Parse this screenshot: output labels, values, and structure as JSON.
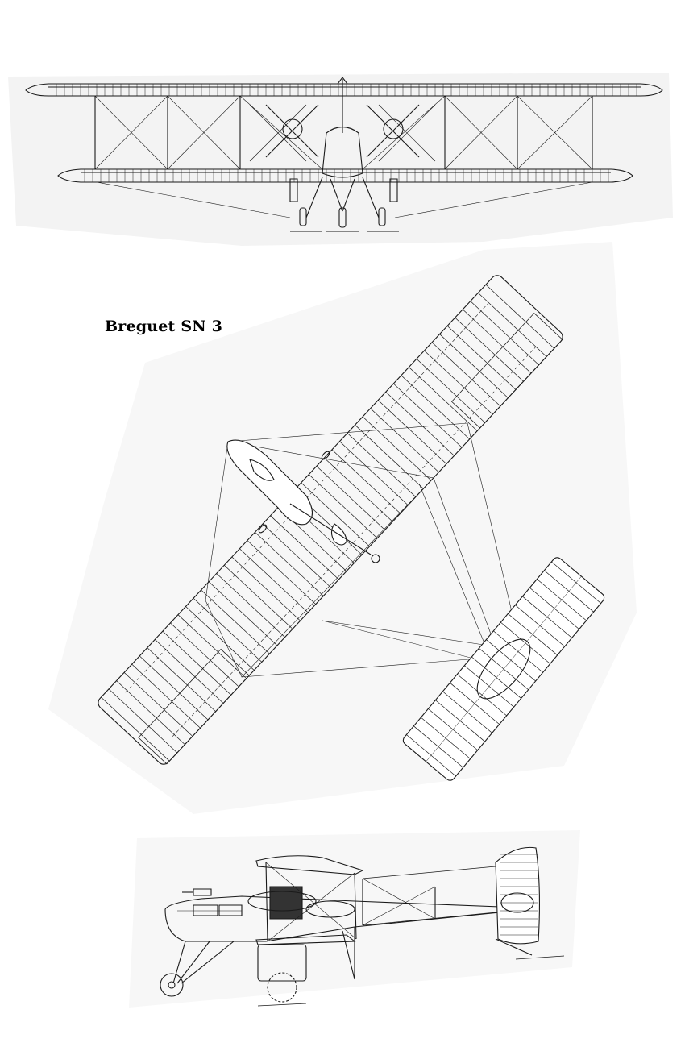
{
  "title": "Breguet SN 3",
  "colors": {
    "ink": "#1a1a1a",
    "paper": "#ffffff",
    "shade": "#f1f1f1"
  },
  "views": [
    "front-view",
    "plan-view",
    "side-view"
  ]
}
